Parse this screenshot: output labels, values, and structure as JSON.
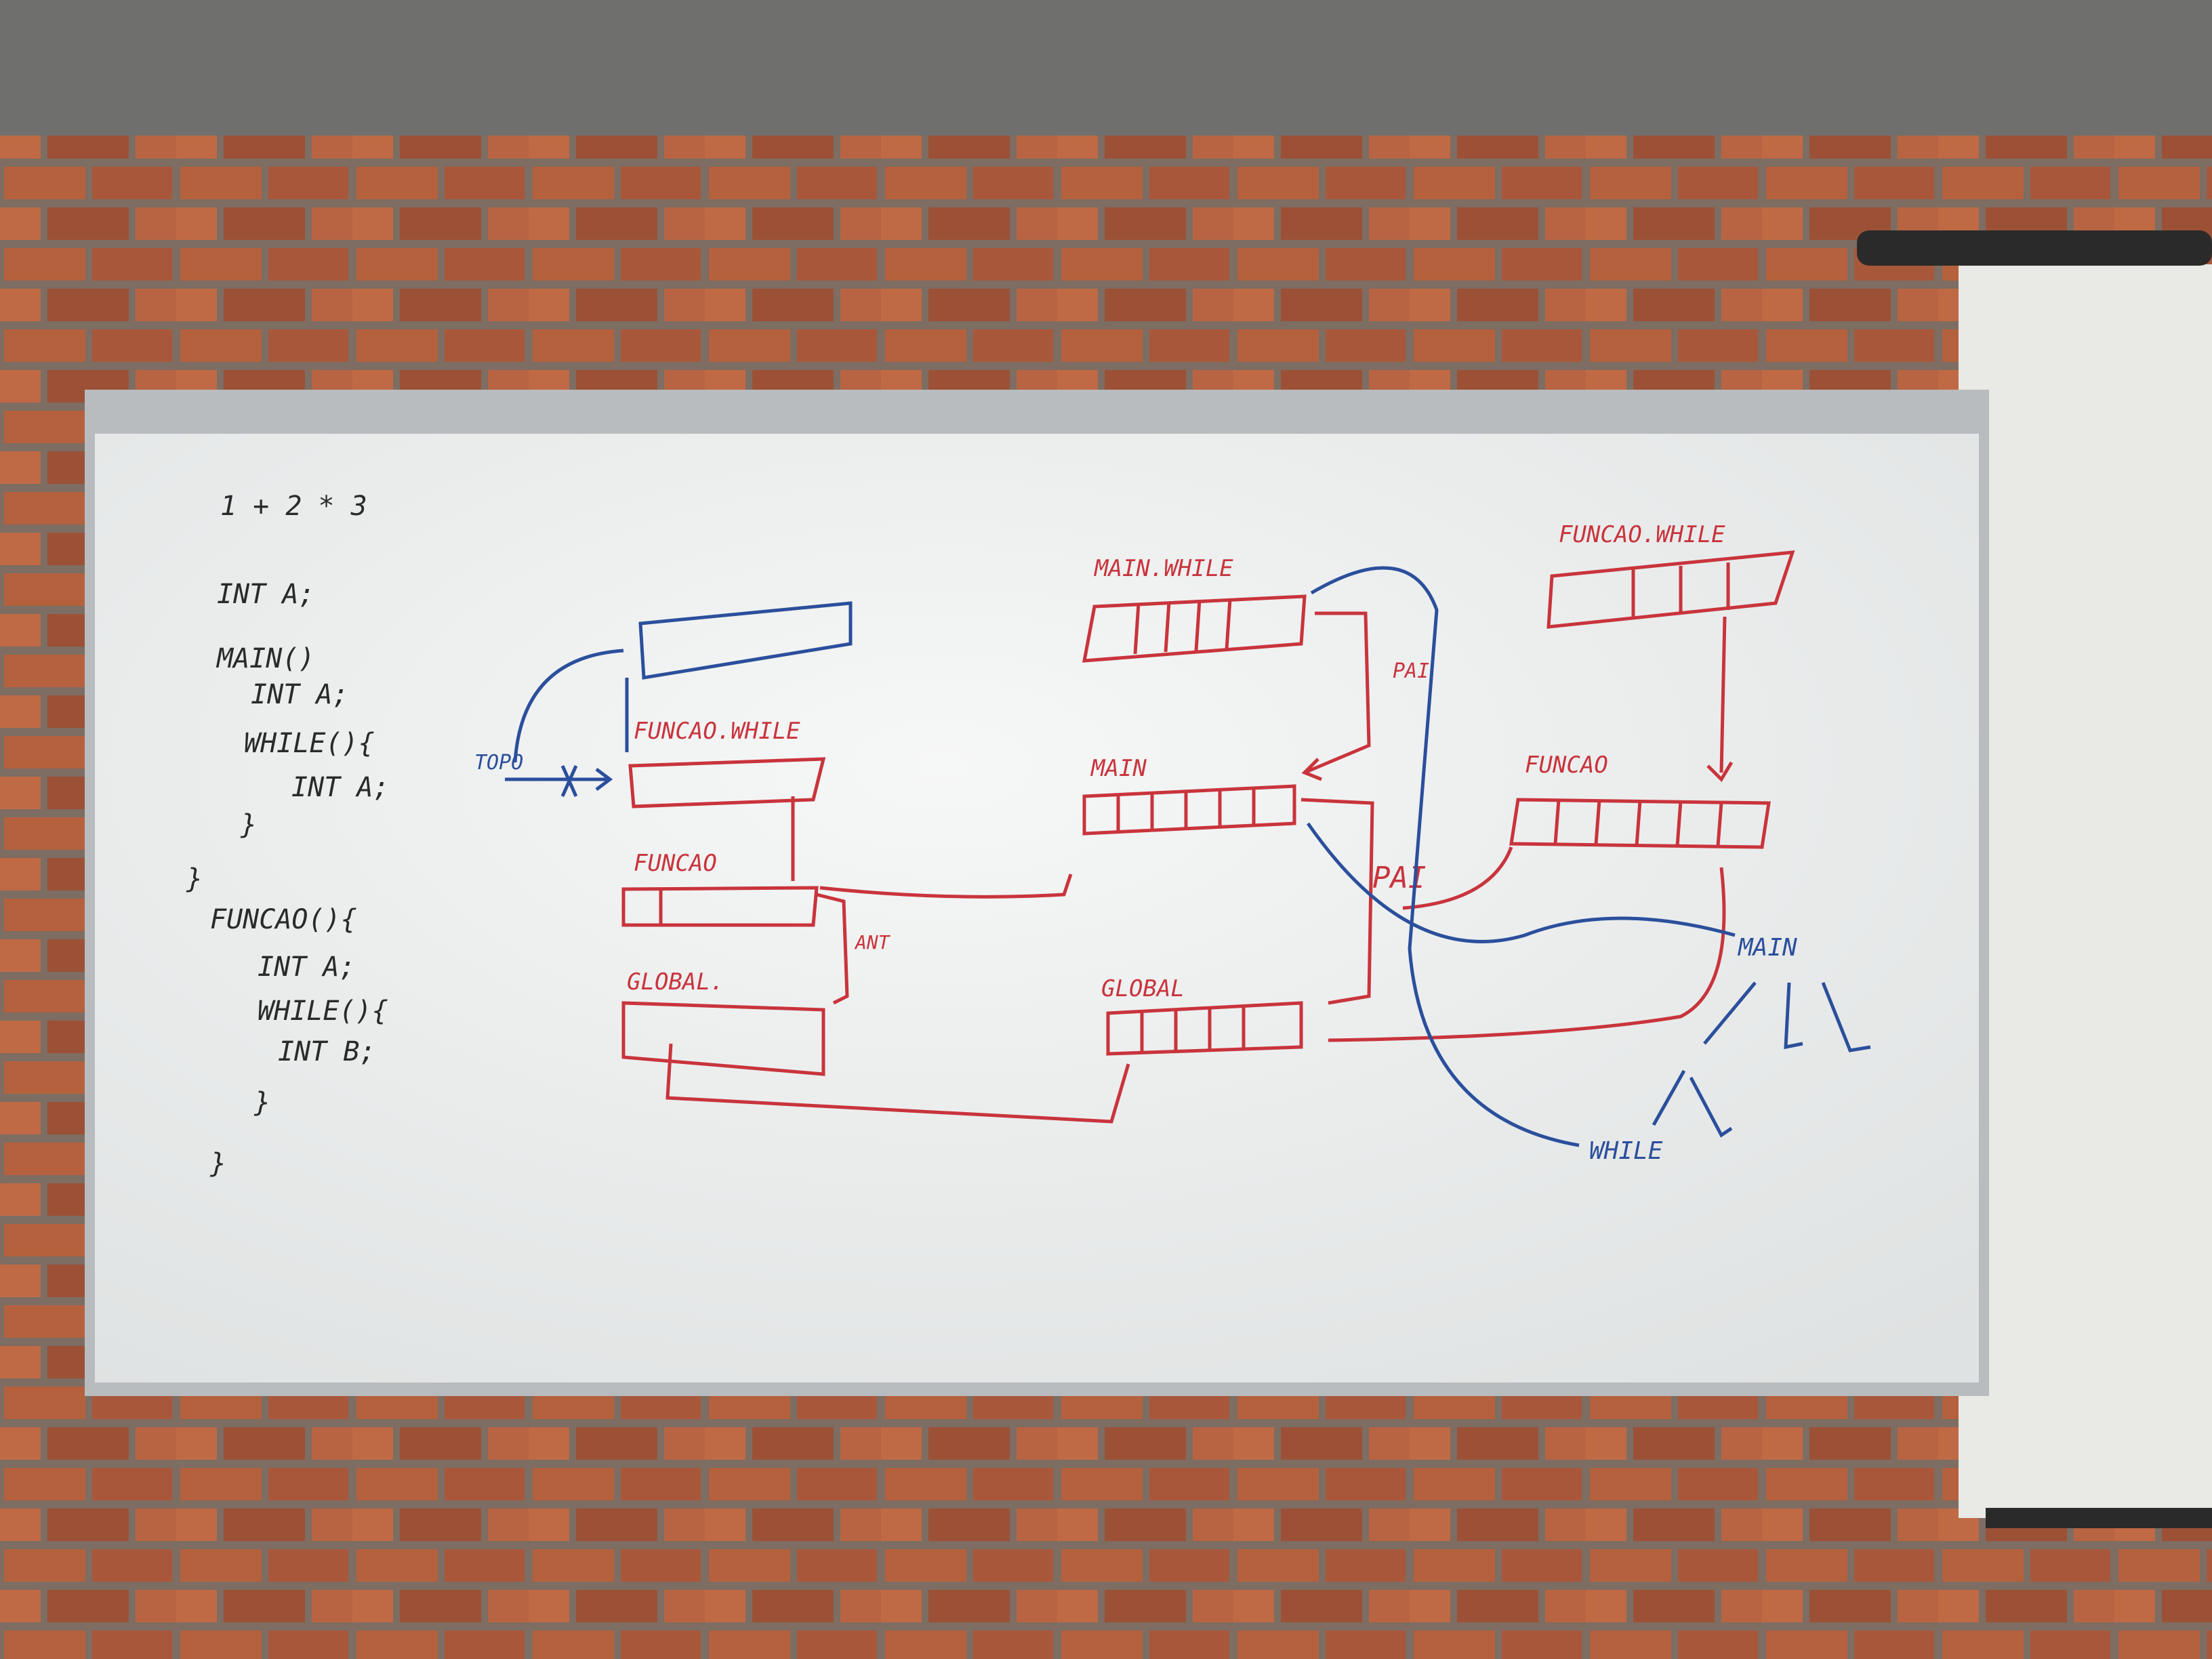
{
  "colors": {
    "wall_top": "#6f6f6e",
    "brick": "#b5613e",
    "brick_dark": "#8a4a33",
    "mortar": "#7d6d62",
    "board": "#eef0f0",
    "frame": "#b9bcbf",
    "marker_black": "#2a2a2a",
    "marker_red": "#c9343c",
    "marker_blue": "#2b4f9c",
    "screen": "#e9e9e6"
  },
  "code": {
    "expr": "1 + 2 * 3",
    "lines": [
      "INT A;",
      "MAIN()",
      "INT A;",
      "WHILE(){",
      "INT A;",
      "}",
      "}",
      "FUNCAO(){",
      "INT A;",
      "WHILE(){",
      "INT B;",
      "}",
      "}"
    ]
  },
  "left_stack": {
    "topo": "TOPO",
    "funcao_while": "FUNCAO.WHILE",
    "funcao": "FUNCAO",
    "global": "GLOBAL.",
    "ant": "ANT"
  },
  "middle_stack": {
    "main_while": "MAIN.WHILE",
    "main": "MAIN",
    "global": "GLOBAL",
    "pai_upper": "PAI",
    "pai_lower": "PAI"
  },
  "right_stack": {
    "funcao_while": "FUNCAO.WHILE",
    "funcao": "FUNCAO"
  },
  "tree": {
    "main": "MAIN",
    "while": "WHILE"
  }
}
